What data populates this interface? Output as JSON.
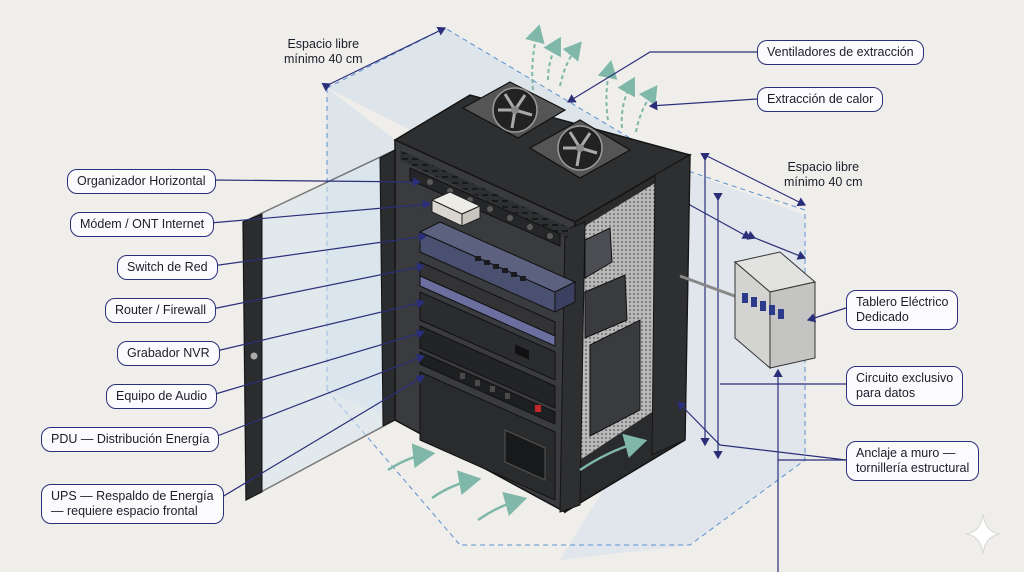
{
  "clearance": {
    "top": [
      "Espacio libre",
      "mínimo 40 cm"
    ],
    "side": [
      "Espacio libre",
      "mínimo 40 cm"
    ]
  },
  "labels_left": [
    {
      "id": "organizador",
      "text": "Organizador Horizontal"
    },
    {
      "id": "modem",
      "text": "Módem / ONT Internet"
    },
    {
      "id": "switch",
      "text": "Switch de Red"
    },
    {
      "id": "router",
      "text": "Router / Firewall"
    },
    {
      "id": "nvr",
      "text": "Grabador NVR"
    },
    {
      "id": "audio",
      "text": "Equipo de Audio"
    },
    {
      "id": "pdu",
      "text": "PDU — Distribución Energía"
    },
    {
      "id": "ups",
      "lines": [
        "UPS — Respaldo de Energía",
        "— requiere espacio frontal"
      ]
    }
  ],
  "labels_right": [
    {
      "id": "ventiladores",
      "text": "Ventiladores de extracción"
    },
    {
      "id": "extraccion",
      "text": "Extracción de calor"
    },
    {
      "id": "tablero",
      "lines": [
        "Tablero Eléctrico",
        "Dedicado"
      ]
    },
    {
      "id": "circuito",
      "lines": [
        "Circuito exclusivo",
        "para datos"
      ]
    },
    {
      "id": "anclaje",
      "lines": [
        "Anclaje a muro —",
        "tornillería estructural"
      ]
    }
  ],
  "colors": {
    "label_border": "#2b2f7a",
    "leader": "#2b2f7a",
    "cabinet": "#2e2f31",
    "clearance_fill": "#bcd4ec",
    "airflow": "#7fb7a8"
  }
}
